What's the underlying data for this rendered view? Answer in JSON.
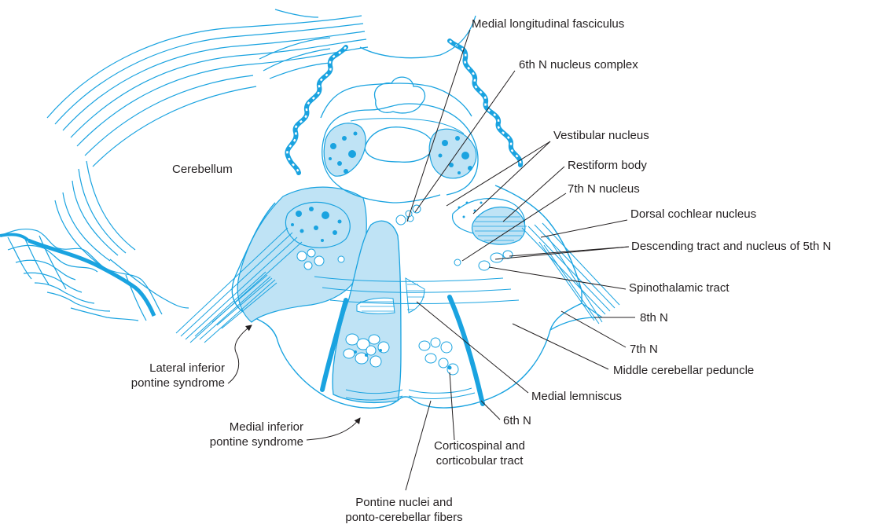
{
  "colors": {
    "line_art": "#1aa3e0",
    "shading": "#bfe3f5",
    "text": "#231f20",
    "leader": "#231f20"
  },
  "labels": {
    "cerebellum": "Cerebellum",
    "mlf": "Medial longitudinal fasciculus",
    "sixth_nucleus": "6th N nucleus complex",
    "vestibular": "Vestibular nucleus",
    "restiform": "Restiform body",
    "seventh_nucleus": "7th N nucleus",
    "dorsal_cochlear": "Dorsal cochlear nucleus",
    "descending_5th": "Descending tract and nucleus of 5th N",
    "spinothalamic": "Spinothalamic tract",
    "eighth_n": "8th N",
    "seventh_n": "7th N",
    "middle_peduncle": "Middle cerebellar peduncle",
    "medial_lemniscus": "Medial lemniscus",
    "sixth_n": "6th N",
    "corticospinal_1": "Corticospinal and",
    "corticospinal_2": "corticobular tract",
    "pontine_1": "Pontine nuclei and",
    "pontine_2": "ponto-cerebellar fibers",
    "medial_syndrome_1": "Medial inferior",
    "medial_syndrome_2": "pontine syndrome",
    "lateral_syndrome_1": "Lateral inferior",
    "lateral_syndrome_2": "pontine syndrome"
  }
}
